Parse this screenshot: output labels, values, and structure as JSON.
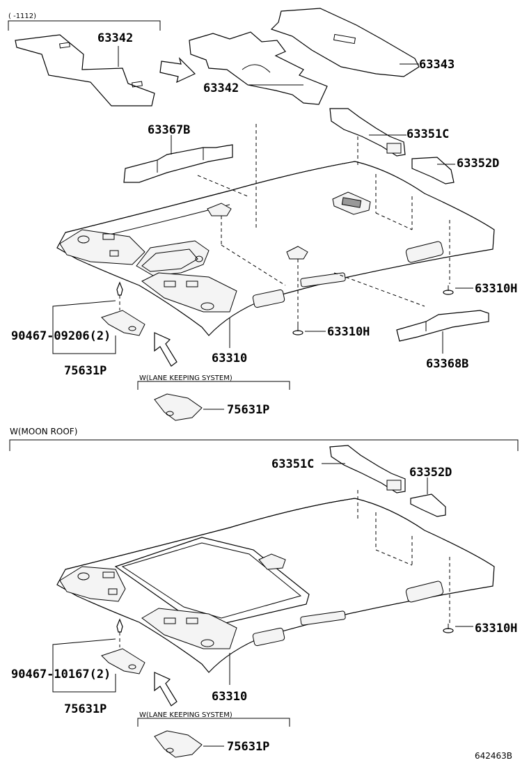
{
  "captions": {
    "top_bracket": "(    -1112)",
    "lane_keeping_1": "W(LANE KEEPING SYSTEM)",
    "moon_roof": "W(MOON ROOF)",
    "lane_keeping_2": "W(LANE KEEPING SYSTEM)",
    "diagram_id": "642463B"
  },
  "labels_upper": {
    "p63342_a": "63342",
    "p63342_b": "63342",
    "p63343": "63343",
    "p63367B": "63367B",
    "p63351C": "63351C",
    "p63352D": "63352D",
    "p63310H_a": "63310H",
    "p63310H_b": "63310H",
    "p63310": "63310",
    "p63368B": "63368B",
    "p90467_09206": "90467-09206(2)",
    "p75631P_a": "75631P",
    "p75631P_b": "75631P"
  },
  "labels_lower": {
    "p63351C": "63351C",
    "p63352D": "63352D",
    "p63310H": "63310H",
    "p63310": "63310",
    "p90467_10167": "90467-10167(2)",
    "p75631P_a": "75631P",
    "p75631P_b": "75631P"
  }
}
